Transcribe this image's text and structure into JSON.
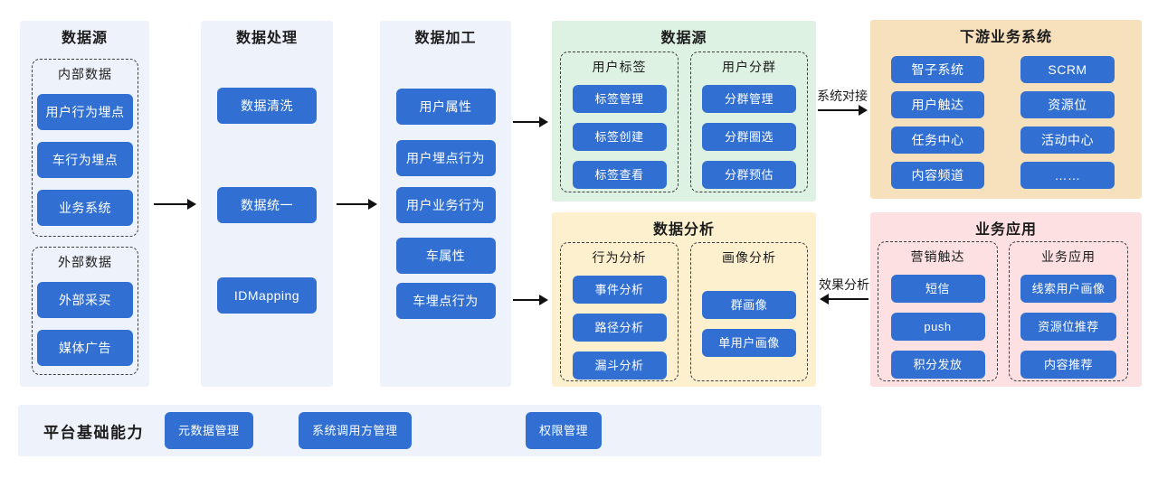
{
  "colors": {
    "button_blue": "#3170D2",
    "panel_blue": "#EEF2FB",
    "panel_green": "#DEF2E4",
    "panel_yellow": "#FCF0CF",
    "panel_orange": "#F7E0BC",
    "panel_pink": "#FDE0E2",
    "arrow_black": "#111111"
  },
  "diagram": {
    "columns": [
      {
        "title": "数据源",
        "groups": [
          {
            "label": "内部数据",
            "items": [
              "用户行为埋点",
              "车行为埋点",
              "业务系统"
            ]
          },
          {
            "label": "外部数据",
            "items": [
              "外部采买",
              "媒体广告"
            ]
          }
        ]
      },
      {
        "title": "数据处理",
        "items": [
          "数据清洗",
          "数据统一",
          "IDMapping"
        ]
      },
      {
        "title": "数据加工",
        "items": [
          "用户属性",
          "用户埋点行为",
          "用户业务行为",
          "车属性",
          "车埋点行为"
        ]
      }
    ],
    "tag_panel": {
      "title": "数据源",
      "groups": [
        {
          "label": "用户标签",
          "items": [
            "标签管理",
            "标签创建",
            "标签查看"
          ]
        },
        {
          "label": "用户分群",
          "items": [
            "分群管理",
            "分群圈选",
            "分群预估"
          ]
        }
      ]
    },
    "analysis_panel": {
      "title": "数据分析",
      "groups": [
        {
          "label": "行为分析",
          "items": [
            "事件分析",
            "路径分析",
            "漏斗分析"
          ]
        },
        {
          "label": "画像分析",
          "items": [
            "群画像",
            "单用户画像"
          ]
        }
      ]
    },
    "downstream_panel": {
      "title": "下游业务系统",
      "items": [
        "智子系统",
        "SCRM",
        "用户触达",
        "资源位",
        "任务中心",
        "活动中心",
        "内容频道",
        "……"
      ]
    },
    "business_panel": {
      "title": "业务应用",
      "groups": [
        {
          "label": "营销触达",
          "items": [
            "短信",
            "push",
            "积分发放"
          ]
        },
        {
          "label": "业务应用",
          "items": [
            "线索用户画像",
            "资源位推荐",
            "内容推荐"
          ]
        }
      ]
    },
    "arrow_labels": {
      "system_connect": "系统对接",
      "effect_analysis": "效果分析"
    },
    "footer": {
      "title": "平台基础能力",
      "items": [
        "元数据管理",
        "系统调用方管理",
        "权限管理"
      ]
    }
  }
}
